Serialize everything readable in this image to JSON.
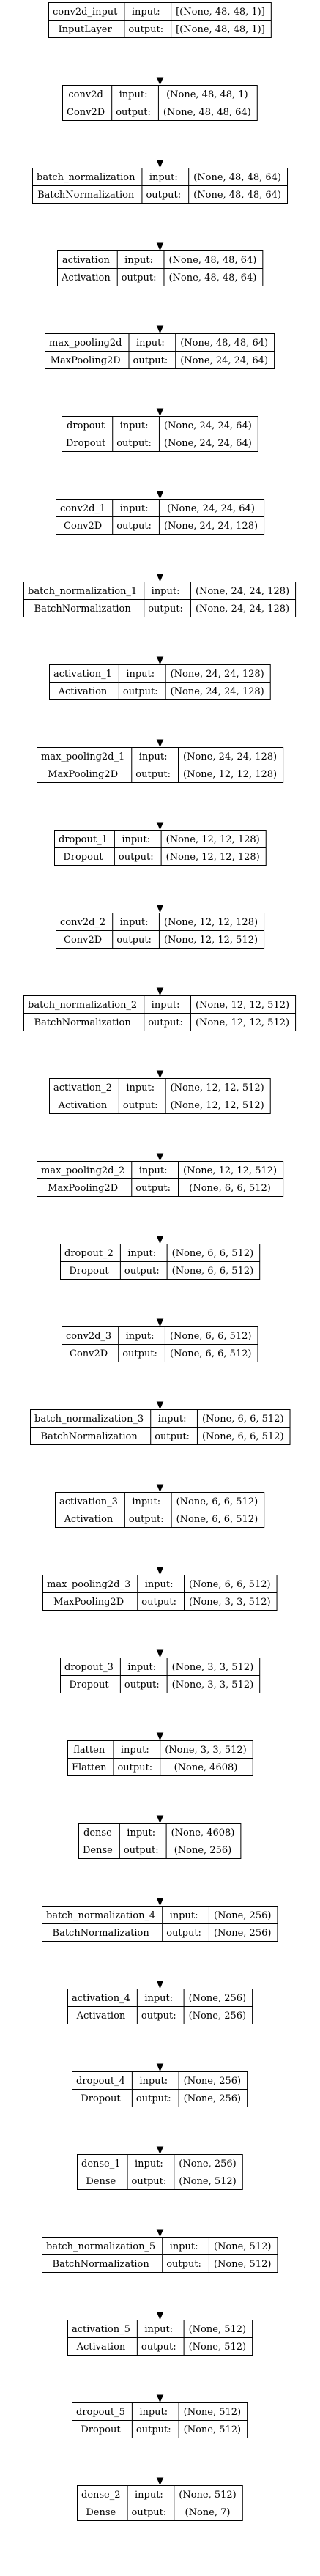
{
  "labels": {
    "input": "input:",
    "output": "output:"
  },
  "layers": [
    {
      "name": "conv2d_input",
      "type": "InputLayer",
      "input": "[(None, 48, 48, 1)]",
      "output": "[(None, 48, 48, 1)]"
    },
    {
      "name": "conv2d",
      "type": "Conv2D",
      "input": "(None, 48, 48, 1)",
      "output": "(None, 48, 48, 64)"
    },
    {
      "name": "batch_normalization",
      "type": "BatchNormalization",
      "input": "(None, 48, 48, 64)",
      "output": "(None, 48, 48, 64)"
    },
    {
      "name": "activation",
      "type": "Activation",
      "input": "(None, 48, 48, 64)",
      "output": "(None, 48, 48, 64)"
    },
    {
      "name": "max_pooling2d",
      "type": "MaxPooling2D",
      "input": "(None, 48, 48, 64)",
      "output": "(None, 24, 24, 64)"
    },
    {
      "name": "dropout",
      "type": "Dropout",
      "input": "(None, 24, 24, 64)",
      "output": "(None, 24, 24, 64)"
    },
    {
      "name": "conv2d_1",
      "type": "Conv2D",
      "input": "(None, 24, 24, 64)",
      "output": "(None, 24, 24, 128)"
    },
    {
      "name": "batch_normalization_1",
      "type": "BatchNormalization",
      "input": "(None, 24, 24, 128)",
      "output": "(None, 24, 24, 128)"
    },
    {
      "name": "activation_1",
      "type": "Activation",
      "input": "(None, 24, 24, 128)",
      "output": "(None, 24, 24, 128)"
    },
    {
      "name": "max_pooling2d_1",
      "type": "MaxPooling2D",
      "input": "(None, 24, 24, 128)",
      "output": "(None, 12, 12, 128)"
    },
    {
      "name": "dropout_1",
      "type": "Dropout",
      "input": "(None, 12, 12, 128)",
      "output": "(None, 12, 12, 128)"
    },
    {
      "name": "conv2d_2",
      "type": "Conv2D",
      "input": "(None, 12, 12, 128)",
      "output": "(None, 12, 12, 512)"
    },
    {
      "name": "batch_normalization_2",
      "type": "BatchNormalization",
      "input": "(None, 12, 12, 512)",
      "output": "(None, 12, 12, 512)"
    },
    {
      "name": "activation_2",
      "type": "Activation",
      "input": "(None, 12, 12, 512)",
      "output": "(None, 12, 12, 512)"
    },
    {
      "name": "max_pooling2d_2",
      "type": "MaxPooling2D",
      "input": "(None, 12, 12, 512)",
      "output": "(None, 6, 6, 512)"
    },
    {
      "name": "dropout_2",
      "type": "Dropout",
      "input": "(None, 6, 6, 512)",
      "output": "(None, 6, 6, 512)"
    },
    {
      "name": "conv2d_3",
      "type": "Conv2D",
      "input": "(None, 6, 6, 512)",
      "output": "(None, 6, 6, 512)"
    },
    {
      "name": "batch_normalization_3",
      "type": "BatchNormalization",
      "input": "(None, 6, 6, 512)",
      "output": "(None, 6, 6, 512)"
    },
    {
      "name": "activation_3",
      "type": "Activation",
      "input": "(None, 6, 6, 512)",
      "output": "(None, 6, 6, 512)"
    },
    {
      "name": "max_pooling2d_3",
      "type": "MaxPooling2D",
      "input": "(None, 6, 6, 512)",
      "output": "(None, 3, 3, 512)"
    },
    {
      "name": "dropout_3",
      "type": "Dropout",
      "input": "(None, 3, 3, 512)",
      "output": "(None, 3, 3, 512)"
    },
    {
      "name": "flatten",
      "type": "Flatten",
      "input": "(None, 3, 3, 512)",
      "output": "(None, 4608)"
    },
    {
      "name": "dense",
      "type": "Dense",
      "input": "(None, 4608)",
      "output": "(None, 256)"
    },
    {
      "name": "batch_normalization_4",
      "type": "BatchNormalization",
      "input": "(None, 256)",
      "output": "(None, 256)"
    },
    {
      "name": "activation_4",
      "type": "Activation",
      "input": "(None, 256)",
      "output": "(None, 256)"
    },
    {
      "name": "dropout_4",
      "type": "Dropout",
      "input": "(None, 256)",
      "output": "(None, 256)"
    },
    {
      "name": "dense_1",
      "type": "Dense",
      "input": "(None, 256)",
      "output": "(None, 512)"
    },
    {
      "name": "batch_normalization_5",
      "type": "BatchNormalization",
      "input": "(None, 512)",
      "output": "(None, 512)"
    },
    {
      "name": "activation_5",
      "type": "Activation",
      "input": "(None, 512)",
      "output": "(None, 512)"
    },
    {
      "name": "dropout_5",
      "type": "Dropout",
      "input": "(None, 512)",
      "output": "(None, 512)"
    },
    {
      "name": "dense_2",
      "type": "Dense",
      "input": "(None, 512)",
      "output": "(None, 7)"
    }
  ]
}
